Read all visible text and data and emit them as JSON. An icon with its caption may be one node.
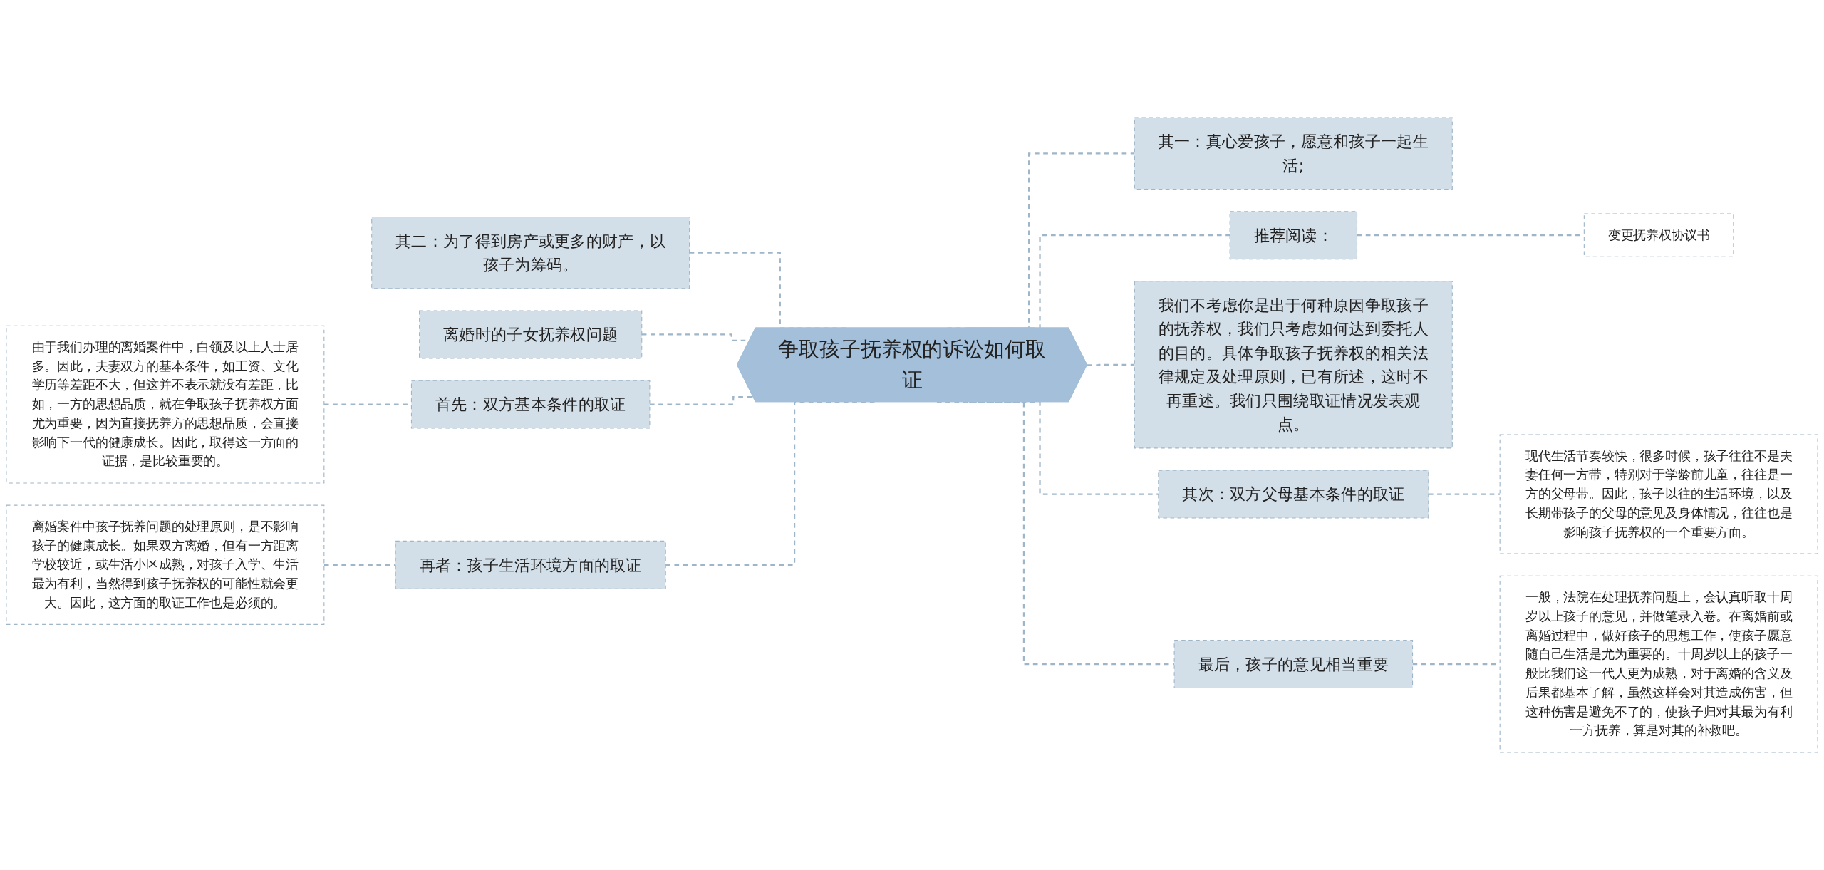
{
  "diagram": {
    "nodes": [
      {
        "text": [
          "争取孩子抚养权的诉讼如何取证"
        ]
      },
      {
        "text": [
          "其二：为了得到房产或更多的财产，以孩子为筹码。"
        ]
      },
      {
        "text": [
          "离婚时的子女抚养权问题"
        ]
      },
      {
        "text": [
          "首先：双方基本条件的取证"
        ]
      },
      {
        "text": [
          "由于我们办理的离婚案件中，白领及以上人士居多。因此，夫妻双方的基本条件，如工资、文化学历等差距不大，但这并不表示就没有差距，比如，一方的思想品质，就在争取孩子抚养权方面尤为重要，因为直接抚养方的思想品质，会直接影响下一代的健康成长。因此，取得这一方面的证据，是比较重要的。"
        ]
      },
      {
        "text": [
          "再者：孩子生活环境方面的取证"
        ]
      },
      {
        "text": [
          "离婚案件中孩子抚养问题的处理原则，是不影响孩子的健康成长。如果双方离婚，但有一方距离学校较近，或生活小区成熟，对孩子入学、生活最为有利，当然得到孩子抚养权的可能性就会更大。因此，这方面的取证工作也是必须的。"
        ]
      },
      {
        "text": [
          "其一：真心爱孩子，愿意和孩子一起生活;"
        ]
      },
      {
        "text": [
          "推荐阅读："
        ]
      },
      {
        "text": [
          "变更抚养权协议书"
        ]
      },
      {
        "text": [
          "我们不考虑你是出于何种原因争取孩子的抚养权，我们只考虑如何达到委托人的目的。具体争取孩子抚养权的相关法律规定及处理原则，已有所述，这时不再重述。我们只围绕取证情况发表观点。"
        ]
      },
      {
        "text": [
          "其次：双方父母基本条件的取证"
        ]
      },
      {
        "text": [
          "现代生活节奏较快，很多时候，孩子往往不是夫妻任何一方带，特别对于学龄前儿童，往往是一方的父母带。因此，孩子以往的生活环境，以及长期带孩子的父母的意见及身体情况，往往也是影响孩子抚养权的一个重要方面。"
        ]
      },
      {
        "text": [
          "最后，孩子的意见相当重要"
        ]
      },
      {
        "text": [
          "一般，法院在处理抚养问题上，会认真听取十周岁以上孩子的意见，并做笔录入卷。在离婚前或离婚过程中，做好孩子的思想工作，使孩子愿意随自己生活是尤为重要的。十周岁以上的孩子一般比我们这一代人更为成熟，对于离婚的含义及后果都基本了解，虽然这样会对其造成伤害，但这种伤害是避免不了的，使孩子归对其最为有利一方抚养，算是对其的补救吧。"
        ]
      }
    ],
    "edges": [
      {
        "from": 0,
        "to": 1,
        "arrow": "none",
        "style": "dashed"
      },
      {
        "from": 0,
        "to": 2,
        "arrow": "none",
        "style": "dashed"
      },
      {
        "from": 0,
        "to": 3,
        "arrow": "none",
        "style": "dashed"
      },
      {
        "from": 3,
        "to": 4,
        "arrow": "none",
        "style": "dashed"
      },
      {
        "from": 0,
        "to": 5,
        "arrow": "none",
        "style": "dashed"
      },
      {
        "from": 5,
        "to": 6,
        "arrow": "none",
        "style": "dashed"
      },
      {
        "from": 0,
        "to": 7,
        "arrow": "none",
        "style": "dashed"
      },
      {
        "from": 0,
        "to": 8,
        "arrow": "none",
        "style": "dashed"
      },
      {
        "from": 8,
        "to": 9,
        "arrow": "none",
        "style": "dashed"
      },
      {
        "from": 0,
        "to": 10,
        "arrow": "none",
        "style": "dashed"
      },
      {
        "from": 0,
        "to": 11,
        "arrow": "none",
        "style": "dashed"
      },
      {
        "from": 11,
        "to": 12,
        "arrow": "none",
        "style": "dashed"
      },
      {
        "from": 0,
        "to": 13,
        "arrow": "none",
        "style": "dashed"
      },
      {
        "from": 13,
        "to": 14,
        "arrow": "none",
        "style": "dashed"
      }
    ]
  }
}
